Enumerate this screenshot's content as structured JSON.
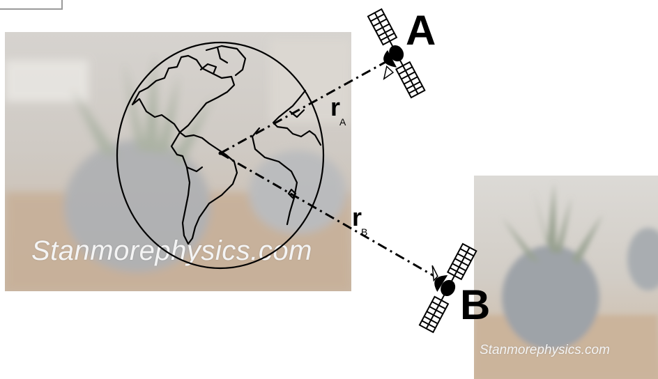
{
  "watermarks": {
    "left": "Stanmorephysics.com",
    "right": "Stanmorephysics.com"
  },
  "labels": {
    "satellite_a": "A",
    "satellite_b": "B",
    "r_a_main": "r",
    "r_a_sub": "A",
    "r_b_main": "r",
    "r_b_sub": "B"
  },
  "colors": {
    "line": "#000000",
    "photo_bg": "#d9d3cc",
    "watermark": "#f4f4f4"
  },
  "icons": [
    "earth-globe-icon",
    "satellite-icon",
    "satellite-icon",
    "plant-photo"
  ]
}
